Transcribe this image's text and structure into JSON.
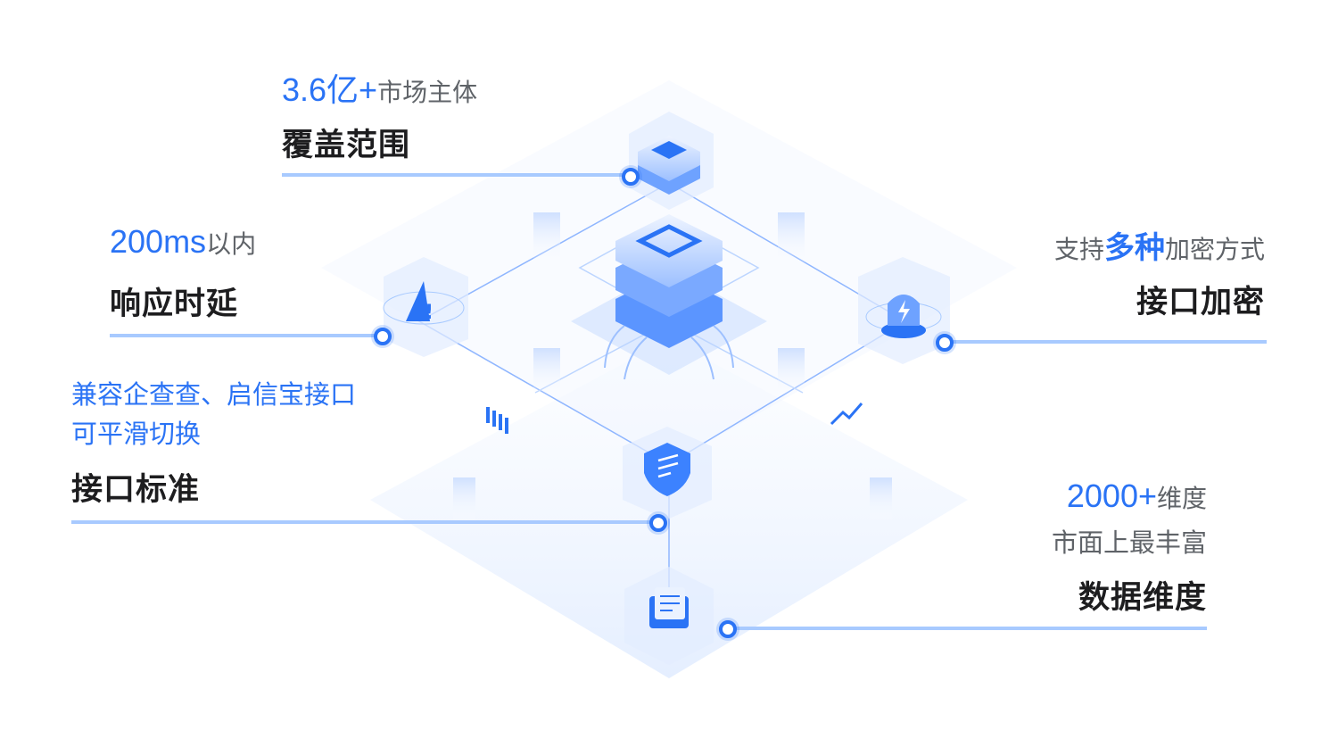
{
  "features": [
    {
      "highlight": "3.6亿+",
      "desc": "市场主体",
      "title": "覆盖范围"
    },
    {
      "highlight": "200ms",
      "desc": "以内",
      "title": "响应时延"
    },
    {
      "prefix": "支持",
      "highlight": "多种",
      "desc": "加密方式",
      "title": "接口加密"
    },
    {
      "line1": "兼容企查查、启信宝接口",
      "line2": "可平滑切换",
      "title": "接口标准"
    },
    {
      "highlight": "2000+",
      "desc": "维度",
      "line2": "市面上最丰富",
      "title": "数据维度"
    }
  ],
  "colors": {
    "accent": "#2a73f5",
    "line": "#a8caff",
    "text": "#1d1d1f",
    "muted": "#5f6368"
  }
}
